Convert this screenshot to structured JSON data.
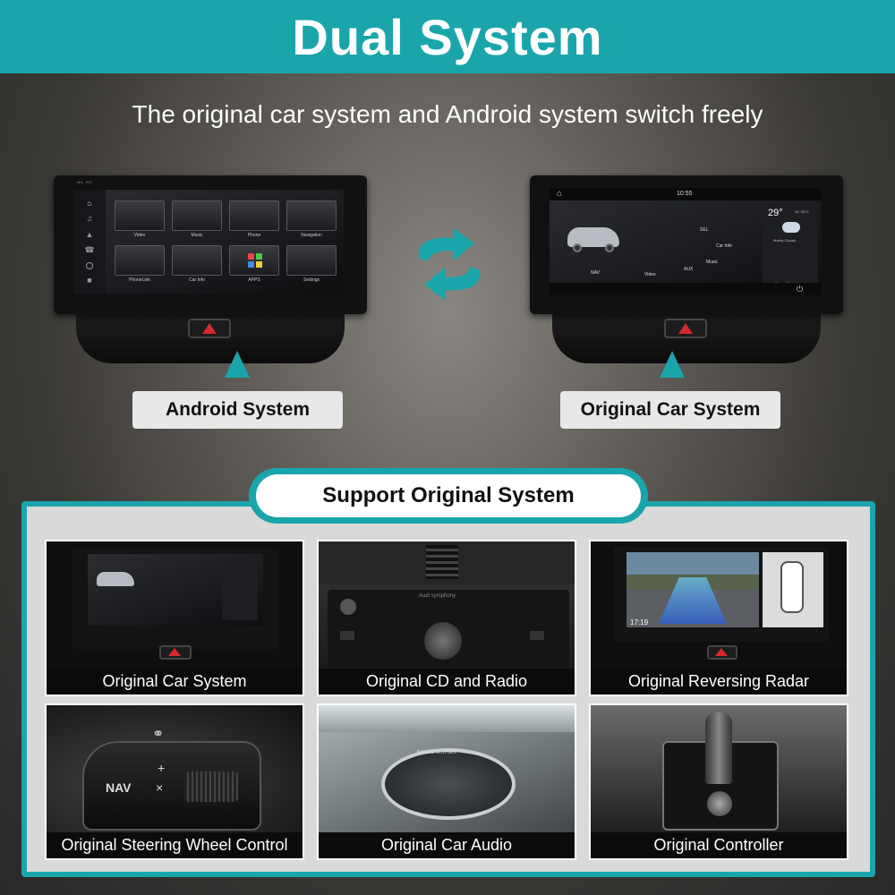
{
  "header": {
    "title": "Dual System"
  },
  "subtitle": "The original car system and Android system switch freely",
  "android_unit": {
    "label": "Android System",
    "top_bar": [
      "MIC",
      "RST"
    ],
    "apps": [
      {
        "label": "Video"
      },
      {
        "label": "Music"
      },
      {
        "label": "Phone"
      },
      {
        "label": "Navigation"
      },
      {
        "label": "PhoneLink"
      },
      {
        "label": "Car Info"
      },
      {
        "label": "APPS"
      },
      {
        "label": "Settings"
      }
    ]
  },
  "original_unit": {
    "label": "Original Car System",
    "time": "10:55",
    "temperature": "29°",
    "temp_range": "26~28°C",
    "weather": "Mostly Cloudy",
    "location": "Baoan District",
    "menu": [
      "NAV",
      "Video",
      "AUX",
      "Music",
      "SEL",
      "Car Info"
    ]
  },
  "colors": {
    "accent": "#1aa5ab",
    "hazard": "#d42a2a"
  },
  "panel": {
    "title": "Support Original System",
    "tiles": [
      {
        "caption": "Original Car System"
      },
      {
        "caption": "Original CD and Radio"
      },
      {
        "caption": "Original Reversing Radar"
      },
      {
        "caption": "Original Steering Wheel Control"
      },
      {
        "caption": "Original Car Audio"
      },
      {
        "caption": "Original Controller"
      }
    ],
    "radar_time": "17:19",
    "steering": {
      "nav_label": "NAV"
    },
    "audio_brand": "BANG & OLUFSEN",
    "cd_brand": "Audi symphony"
  }
}
